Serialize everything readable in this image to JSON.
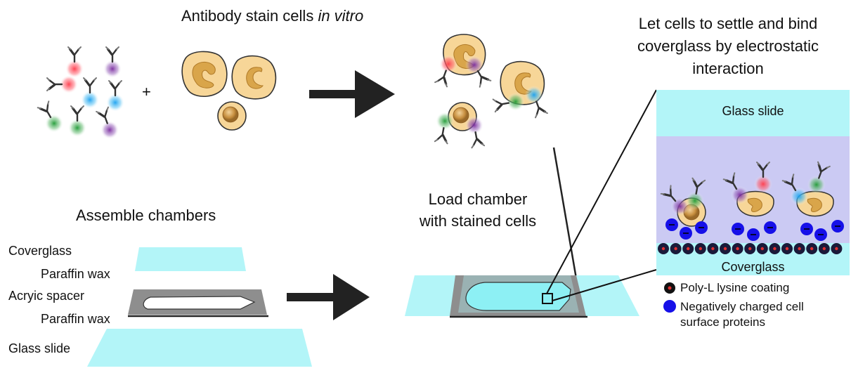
{
  "top": {
    "title_prefix": "Antibody stain cells ",
    "title_italic": "in vitro",
    "plus": "+"
  },
  "settle": {
    "line1": "Let cells to settle and bind",
    "line2": "coverglass by electrostatic",
    "line3": "interaction"
  },
  "assemble": {
    "title": "Assemble chambers",
    "layers": [
      "Coverglass",
      "Paraffin wax",
      "Acryic spacer",
      "Paraffin wax",
      "Glass slide"
    ]
  },
  "load": {
    "line1": "Load chamber",
    "line2": "with stained cells"
  },
  "inset": {
    "glass_label": "Glass slide",
    "coverglass_label": "Coverglass"
  },
  "legend": {
    "polylysine": "Poly-L lysine coating",
    "negative_line1": "Negatively charged cell",
    "negative_line2": "surface proteins"
  },
  "colors": {
    "glass": "#b3f5f8",
    "medium": "#cbcaf3",
    "cell_fill": "#f7d698",
    "nucleus": "#d9a54a",
    "spacer": "#8e8e8e",
    "negative_charge": "#1610e8",
    "polylysine": "#1a1a3a",
    "dye_red": "#e8404a",
    "dye_purple": "#8a3fa8",
    "dye_blue": "#2aa8e8",
    "dye_green": "#2e9e3e"
  }
}
